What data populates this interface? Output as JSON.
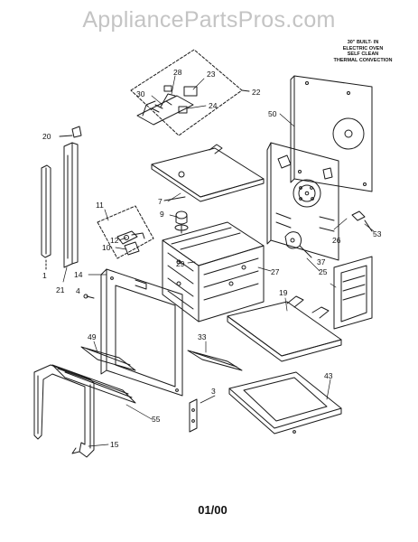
{
  "watermark": "AppliancePartsPros.com",
  "model_note": [
    "30\" BUILT- IN",
    "ELECTRIC OVEN",
    "SELF CLEAN",
    "THERMAL CONVECTION"
  ],
  "date_code": "01/00",
  "callouts": {
    "c1": "1",
    "c3": "3",
    "c4": "4",
    "c7": "7",
    "c9": "9",
    "c10": "10",
    "c11": "11",
    "c12": "12",
    "c14": "14",
    "c15": "15",
    "c19": "19",
    "c20": "20",
    "c21": "21",
    "c22": "22",
    "c23": "23",
    "c24": "24",
    "c25": "25",
    "c26": "26",
    "c27": "27",
    "c28": "28",
    "c29": "29",
    "c30": "30",
    "c33": "33",
    "c37": "37",
    "c43": "43",
    "c49": "49",
    "c50": "50",
    "c53": "53",
    "c55": "55"
  }
}
